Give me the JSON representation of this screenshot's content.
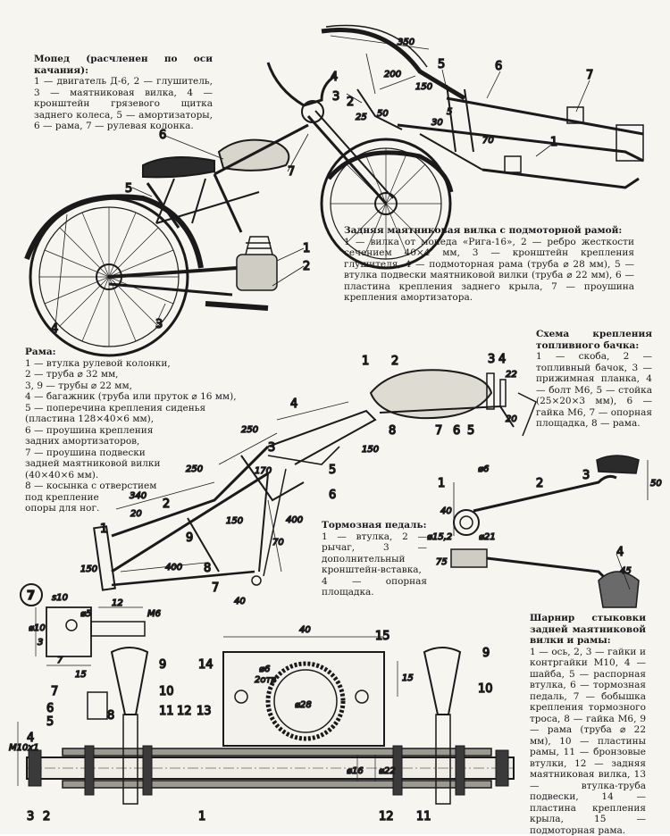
{
  "captions": {
    "moped": {
      "title": "Мопед (расчленен по оси качания):",
      "text": "1 — двигатель Д-6, 2 — глушитель, 3 — маятниковая вилка, 4 — кронштейн грязевого щитка заднего колеса, 5 — амортизаторы, 6 — рама, 7 — рулевая колонка."
    },
    "fork": {
      "title": "Задняя маятниковая вилка с подмоторной рамой:",
      "text": "1 — вилка от мопеда «Рига-16», 2 — ребро жесткости сечением 40×4 мм, 3 — кронштейн крепления глушителя, 4 — подмоторная рама (труба ⌀ 28 мм), 5 — втулка подвески маятниковой вилки (труба ⌀ 22 мм), 6 — пластина крепления заднего крыла, 7 — проушина крепления амортизатора."
    },
    "frame": {
      "title": "Рама:",
      "lines": [
        "1 — втулка рулевой колонки,",
        "2 — труба ⌀ 32 мм,",
        "3, 9 — трубы ⌀ 22 мм,",
        "4 — багажник (труба или пруток ⌀ 16 мм),",
        "5 — поперечина крепления сиденья",
        "(пластина 128×40×6 мм),",
        "6 — проушина крепления",
        "задних амортизаторов,",
        "7 — проушина подвески",
        "задней маятниковой вилки",
        "(40×40×6 мм).",
        "8 — косынка с отверстием",
        "под крепление",
        "опоры для ног."
      ]
    },
    "tank": {
      "title": "Схема крепления топливного бачка:",
      "text": "1 — скоба, 2 — топливный бачок, 3 — прижимная планка, 4 — болт М6, 5 — стойка (25×20×3 мм), 6 — гайка М6, 7 — опорная площадка, 8 — рама."
    },
    "pedal": {
      "title": "Тормозная педаль:",
      "text": "1 — втулка, 2 — рычаг, 3 — дополнительный кронштейн-вставка, 4 — опорная площадка."
    },
    "hinge": {
      "title": "Шарнир стыковки задней маятниковой вилки и рамы:",
      "text": "1 — ось, 2, 3 — гайки и контргайки М10, 4 — шайба, 5 — распорная втулка, 6 — тормозная педаль, 7 — бобышка крепления тормозного троса, 8 — гайка М6, 9 — рама (труба ⌀ 22 мм), 10 — пластины рамы, 11 — бронзовые втулки, 12 — задняя маятниковая вилка, 13 — втулка-труба подвески, 14 — пластина крепления крыла, 15 — подмоторная рама."
    }
  },
  "labels": {
    "moped": [
      "1",
      "2",
      "3",
      "4",
      "5",
      "6",
      "7"
    ],
    "fork": [
      "1",
      "2",
      "3",
      "4",
      "5",
      "6",
      "7"
    ],
    "frame": [
      "1",
      "2",
      "3",
      "4",
      "5",
      "6",
      "7",
      "8",
      "9"
    ],
    "tank": [
      "1",
      "2",
      "3",
      "4",
      "5",
      "6",
      "7",
      "8"
    ],
    "pedal": [
      "1",
      "2",
      "3",
      "4"
    ],
    "hinge": [
      "1",
      "2",
      "3",
      "4",
      "5",
      "6",
      "7",
      "8",
      "9",
      "9",
      "10",
      "10",
      "11",
      "11",
      "12",
      "12",
      "13",
      "14",
      "15"
    ],
    "detail": "7"
  },
  "dimensions": {
    "fork": [
      "350",
      "200",
      "150",
      "25",
      "50",
      "30",
      "70",
      "5"
    ],
    "frame": [
      "250",
      "250",
      "150",
      "340",
      "20",
      "170",
      "150",
      "150",
      "400",
      "70",
      "400",
      "40"
    ],
    "tank": [
      "22",
      "20"
    ],
    "pedal": [
      "⌀6",
      "50",
      "40",
      "⌀15,2",
      "⌀21",
      "75",
      "45"
    ],
    "detail7": [
      "s10",
      "⌀10",
      "⌀5",
      "12",
      "М6",
      "3",
      "7",
      "15"
    ],
    "hinge": [
      "40",
      "⌀6",
      "2отв",
      "15",
      "⌀28",
      "М10х1",
      "⌀16",
      "⌀22"
    ]
  }
}
